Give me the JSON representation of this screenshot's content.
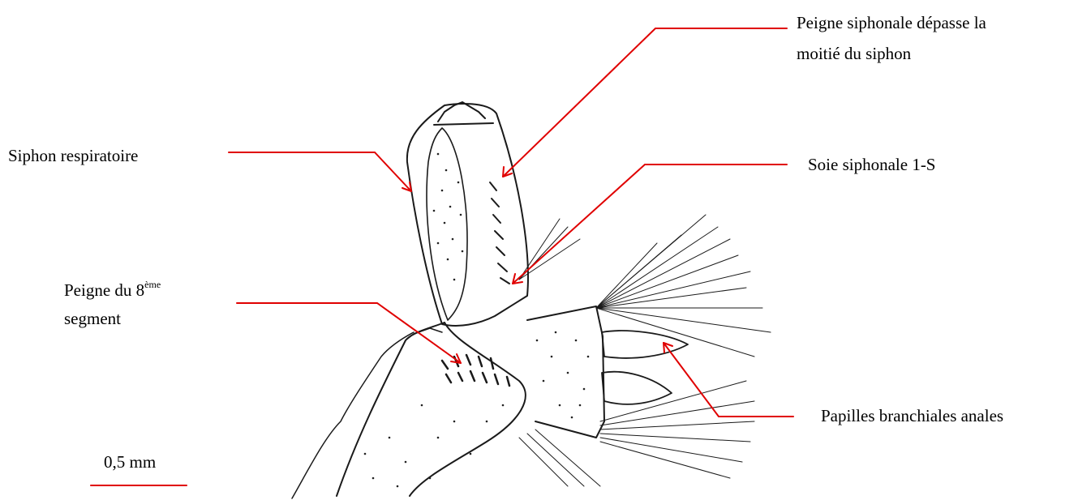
{
  "labels": {
    "peigne_siphonale_line1": "Peigne siphonale dépasse la",
    "peigne_siphonale_line2": "moitié du siphon",
    "siphon_respiratoire": "Siphon respiratoire",
    "soie_siphonale": "Soie siphonale 1-S",
    "peigne_8_prefix": "Peigne du 8",
    "peigne_8_sup": "ème",
    "peigne_8_line2": "segment",
    "papilles": "Papilles branchiales anales",
    "scale": "0,5 mm"
  },
  "colors": {
    "annotation": "#e00000",
    "drawing": "#1a1a1a",
    "stipple": "#222222"
  }
}
